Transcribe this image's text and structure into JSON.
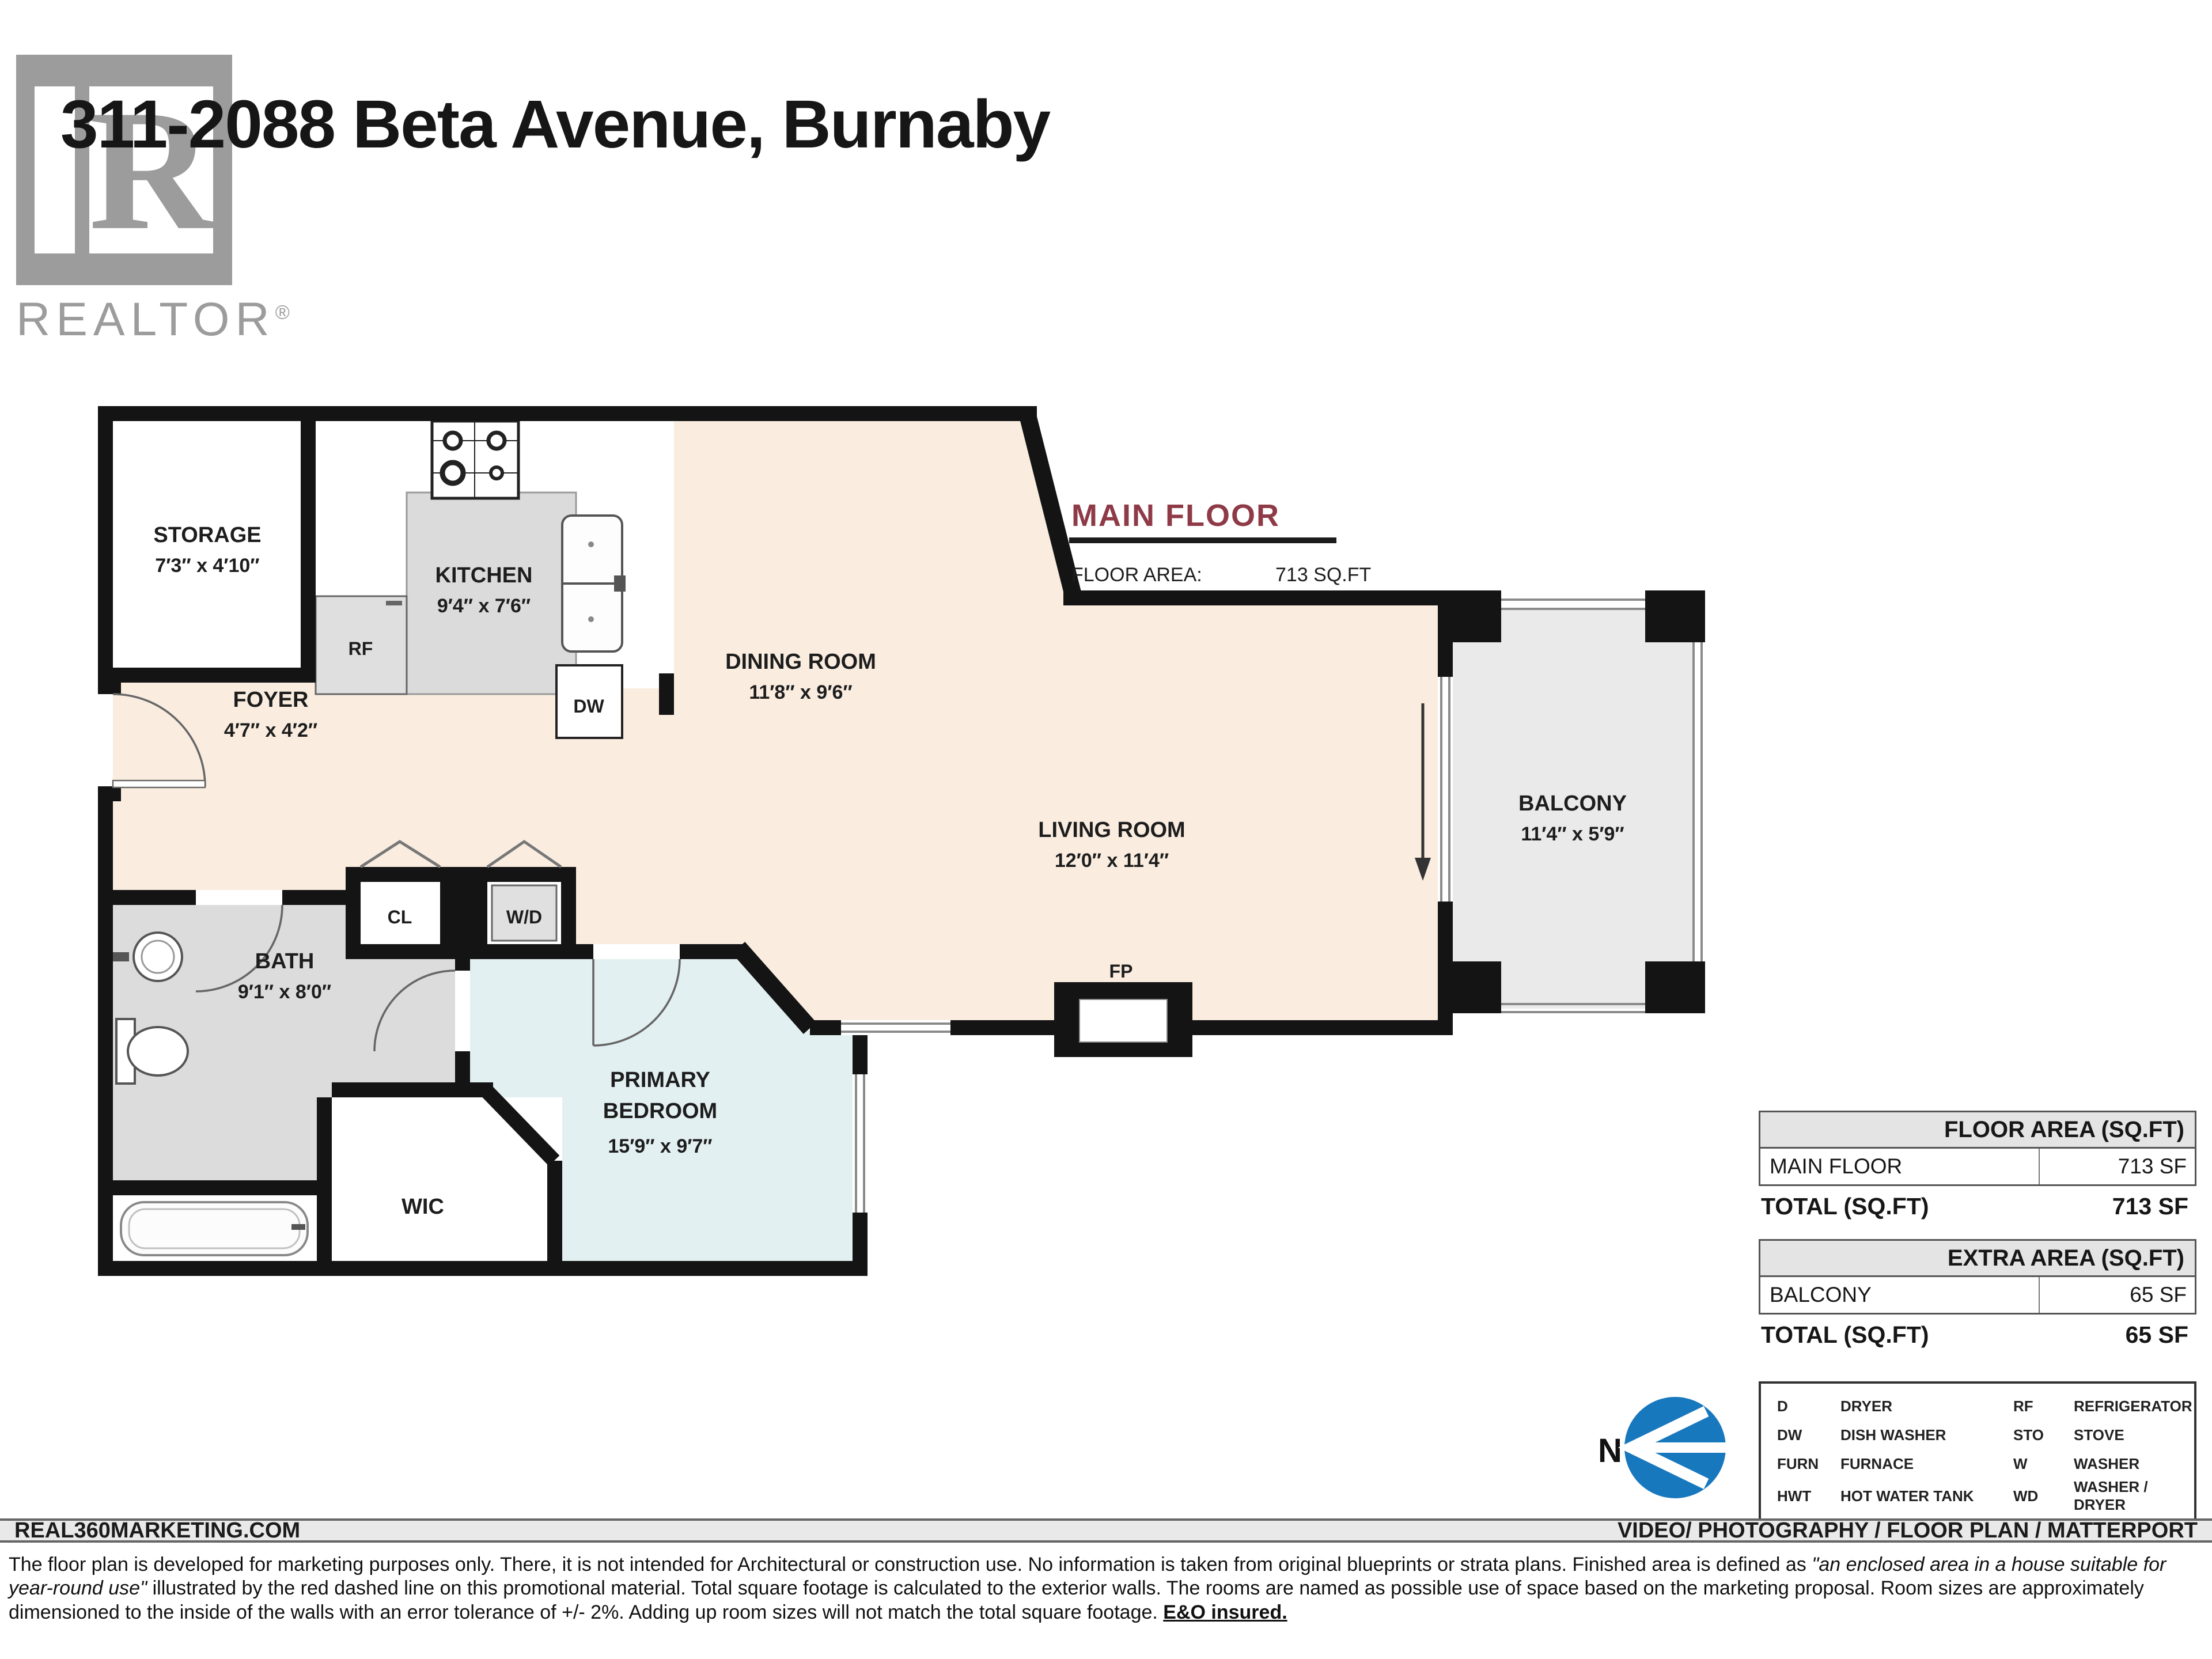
{
  "title": "311-2088 Beta Avenue, Burnaby",
  "realtor": {
    "logo_letter": "R",
    "wordmark": "REALTOR",
    "registered": "®"
  },
  "main_floor_header": {
    "title": "MAIN FLOOR",
    "area_label": "FLOOR AREA:",
    "area_value": "713 SQ.FT"
  },
  "plan": {
    "rooms": {
      "storage": {
        "label": "STORAGE",
        "dims": "7′3″ x 4′10″"
      },
      "kitchen": {
        "label": "KITCHEN",
        "dims": "9′4″ x 7′6″"
      },
      "foyer": {
        "label": "FOYER",
        "dims": "4′7″ x 4′2″"
      },
      "dining": {
        "label": "DINING ROOM",
        "dims": "11′8″ x 9′6″"
      },
      "living": {
        "label": "LIVING ROOM",
        "dims": "12′0″ x 11′4″"
      },
      "balcony": {
        "label": "BALCONY",
        "dims": "11′4″ x 5′9″"
      },
      "bath": {
        "label": "BATH",
        "dims": "9′1″ x 8′0″"
      },
      "bedroom": {
        "label_line1": "PRIMARY",
        "label_line2": "BEDROOM",
        "dims": "15′9″ x 9′7″"
      },
      "wic": {
        "label": "WIC"
      },
      "cl": {
        "label": "CL"
      },
      "wd": {
        "label": "W/D"
      },
      "rf": {
        "label": "RF"
      },
      "dw": {
        "label": "DW"
      },
      "fp": {
        "label": "FP"
      }
    }
  },
  "floor_area_table": {
    "header": "FLOOR AREA (SQ.FT)",
    "rows": [
      {
        "label": "MAIN FLOOR",
        "value": "713 SF"
      }
    ],
    "total_label": "TOTAL (SQ.FT)",
    "total_value": "713 SF"
  },
  "extra_area_table": {
    "header": "EXTRA AREA (SQ.FT)",
    "rows": [
      {
        "label": "BALCONY",
        "value": "65 SF"
      }
    ],
    "total_label": "TOTAL (SQ.FT)",
    "total_value": "65 SF"
  },
  "legend": {
    "items": [
      {
        "abbr": "D",
        "label": "DRYER"
      },
      {
        "abbr": "RF",
        "label": "REFRIGERATOR"
      },
      {
        "abbr": "DW",
        "label": "DISH WASHER"
      },
      {
        "abbr": "STO",
        "label": "STOVE"
      },
      {
        "abbr": "FURN",
        "label": "FURNACE"
      },
      {
        "abbr": "W",
        "label": "WASHER"
      },
      {
        "abbr": "HWT",
        "label": "HOT WATER TANK"
      },
      {
        "abbr": "WD",
        "label": "WASHER / DRYER"
      }
    ]
  },
  "compass": {
    "north": "N"
  },
  "footer_bar": {
    "left": "REAL360MARKETING.COM",
    "right": "VIDEO/ PHOTOGRAPHY / FLOOR PLAN / MATTERPORT"
  },
  "disclaimer": {
    "part1": "The floor plan is developed for marketing purposes only. There, it is not intended for Architectural or construction use. No information is taken from original blueprints or strata plans. Finished area is defined as ",
    "italic": "\"an enclosed area in a house suitable for year-round use\"",
    "part2": " illustrated by the red dashed line on this promotional material. Total square footage is calculated to the exterior walls. The rooms are named as possible use of space based on the marketing proposal. Room sizes are approximately dimensioned to the inside of the walls with an error tolerance of +/- 2%. Adding up room sizes will not match the total square footage. ",
    "bold": "E&O insured."
  },
  "colors": {
    "wall": "#141414",
    "floor_main": "#faede0",
    "floor_bedroom": "#e3f0f2",
    "floor_bath": "#dcdcdc",
    "floor_balcony": "#eaeaea",
    "accent_maroon": "#8e3a47",
    "logo_gray": "#9c9c9c",
    "compass_blue": "#1878be"
  }
}
